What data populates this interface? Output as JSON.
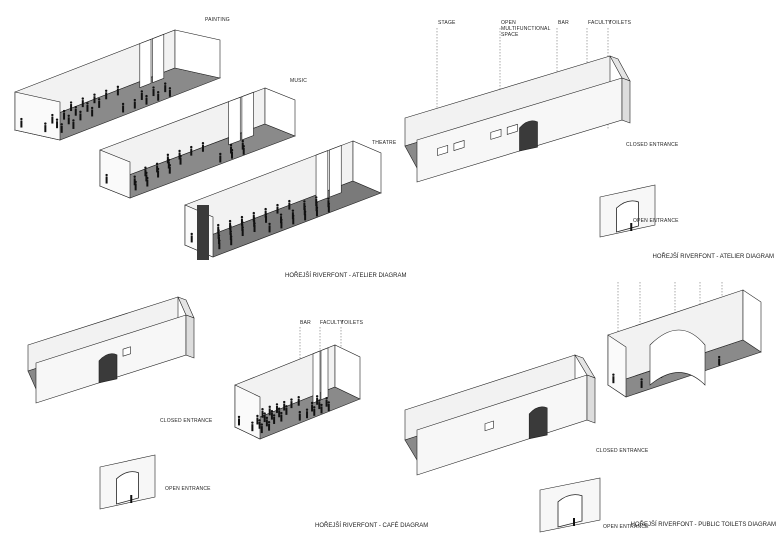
{
  "atelier_left": {
    "zones": [
      "PAINTING",
      "MUSIC",
      "THEATRE"
    ],
    "caption": "HOŘEJŠÍ RIVERFONT - ATELIER DIAGRAM"
  },
  "atelier_right": {
    "zones": [
      "STAGE",
      "OPEN MULTIFUNCTIONAL SPACE",
      "BAR",
      "FACULTY",
      "TOILETS"
    ],
    "closed_entrance": "CLOSED ENTRANCE",
    "open_entrance": "OPEN ENTRANCE",
    "caption": "HOŘEJŠÍ RIVERFONT - ATELIER DIAGRAM"
  },
  "cafe": {
    "zones": [
      "BAR",
      "FACULTY",
      "TOILETS"
    ],
    "closed_entrance": "CLOSED ENTRANCE",
    "open_entrance": "OPEN ENTRANCE",
    "caption": "HOŘEJŠÍ RIVERFONT - CAFÉ DIAGRAM"
  },
  "toilets": {
    "closed_entrance": "CLOSED ENTRANCE",
    "open_entrance": "OPEN ENTRANCE",
    "caption": "HOŘEJŠÍ RIVERFONT - PUBLIC TOILETS DIAGRAM"
  },
  "colors": {
    "floor": "#8a8a8a",
    "wall": "#f2f2f2",
    "line": "#222222",
    "dark": "#3a3a3a"
  }
}
